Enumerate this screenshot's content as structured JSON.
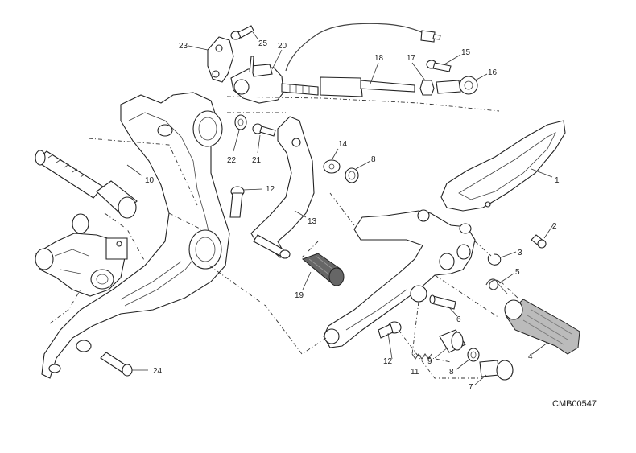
{
  "diagram_code": "CMB00547",
  "callouts": {
    "c1": "1",
    "c2": "2",
    "c3": "3",
    "c4": "4",
    "c5": "5",
    "c6": "6",
    "c7": "7",
    "c8a": "8",
    "c8b": "8",
    "c9": "9",
    "c10": "10",
    "c11": "11",
    "c12a": "12",
    "c12b": "12",
    "c13": "13",
    "c14": "14",
    "c15": "15",
    "c16": "16",
    "c17": "17",
    "c18": "18",
    "c19": "19",
    "c20": "20",
    "c21": "21",
    "c22": "22",
    "c23": "23",
    "c24": "24",
    "c25": "25"
  }
}
